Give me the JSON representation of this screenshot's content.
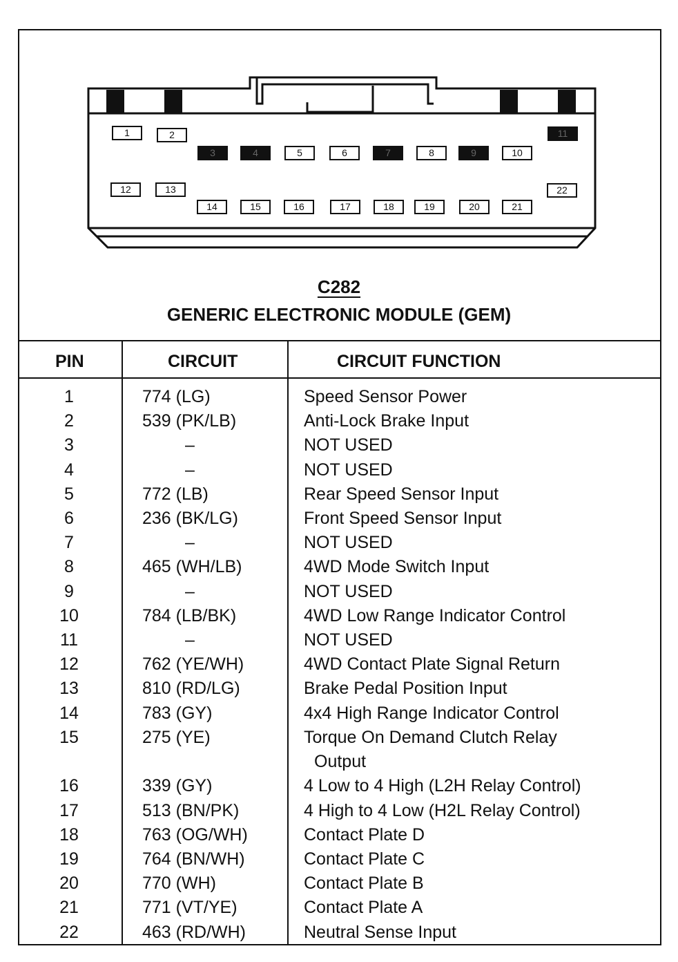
{
  "connector": {
    "id": "C282",
    "name": "GENERIC ELECTRONIC MODULE (GEM)",
    "pins_top": [
      {
        "label": "1",
        "filled": false
      },
      {
        "label": "2",
        "filled": false
      },
      {
        "label": "3",
        "filled": true
      },
      {
        "label": "4",
        "filled": true
      },
      {
        "label": "5",
        "filled": false
      },
      {
        "label": "6",
        "filled": false
      },
      {
        "label": "7",
        "filled": true
      },
      {
        "label": "8",
        "filled": false
      },
      {
        "label": "9",
        "filled": true
      },
      {
        "label": "10",
        "filled": false
      },
      {
        "label": "11",
        "filled": true
      }
    ],
    "pins_bottom": [
      {
        "label": "12",
        "filled": false
      },
      {
        "label": "13",
        "filled": false
      },
      {
        "label": "14",
        "filled": false
      },
      {
        "label": "15",
        "filled": false
      },
      {
        "label": "16",
        "filled": false
      },
      {
        "label": "17",
        "filled": false
      },
      {
        "label": "18",
        "filled": false
      },
      {
        "label": "19",
        "filled": false
      },
      {
        "label": "20",
        "filled": false
      },
      {
        "label": "21",
        "filled": false
      },
      {
        "label": "22",
        "filled": false
      }
    ]
  },
  "table": {
    "headers": {
      "pin": "PIN",
      "circuit": "CIRCUIT",
      "function": "CIRCUIT FUNCTION"
    },
    "rows": [
      {
        "pin": "1",
        "circuit": "774 (LG)",
        "function": "Speed Sensor Power"
      },
      {
        "pin": "2",
        "circuit": "539 (PK/LB)",
        "function": "Anti-Lock Brake Input"
      },
      {
        "pin": "3",
        "circuit": "–",
        "function": "NOT USED"
      },
      {
        "pin": "4",
        "circuit": "–",
        "function": "NOT USED"
      },
      {
        "pin": "5",
        "circuit": "772 (LB)",
        "function": "Rear Speed Sensor Input"
      },
      {
        "pin": "6",
        "circuit": "236 (BK/LG)",
        "function": "Front Speed Sensor Input"
      },
      {
        "pin": "7",
        "circuit": "–",
        "function": "NOT USED"
      },
      {
        "pin": "8",
        "circuit": "465 (WH/LB)",
        "function": "4WD Mode Switch Input"
      },
      {
        "pin": "9",
        "circuit": "–",
        "function": "NOT USED"
      },
      {
        "pin": "10",
        "circuit": "784 (LB/BK)",
        "function": "4WD Low Range Indicator Control"
      },
      {
        "pin": "11",
        "circuit": "–",
        "function": "NOT USED"
      },
      {
        "pin": "12",
        "circuit": "762 (YE/WH)",
        "function": "4WD Contact Plate Signal Return"
      },
      {
        "pin": "13",
        "circuit": "810 (RD/LG)",
        "function": "Brake Pedal Position Input"
      },
      {
        "pin": "14",
        "circuit": "783 (GY)",
        "function": "4x4 High Range Indicator Control"
      },
      {
        "pin": "15",
        "circuit": "275 (YE)",
        "function": "Torque On Demand Clutch Relay",
        "function_cont": "Output"
      },
      {
        "pin": "16",
        "circuit": "339 (GY)",
        "function": "4 Low to 4 High (L2H Relay Control)"
      },
      {
        "pin": "17",
        "circuit": "513 (BN/PK)",
        "function": "4 High to 4 Low (H2L Relay Control)"
      },
      {
        "pin": "18",
        "circuit": "763 (OG/WH)",
        "function": "Contact Plate D"
      },
      {
        "pin": "19",
        "circuit": "764 (BN/WH)",
        "function": "Contact Plate C"
      },
      {
        "pin": "20",
        "circuit": "770 (WH)",
        "function": "Contact Plate B"
      },
      {
        "pin": "21",
        "circuit": "771 (VT/YE)",
        "function": "Contact Plate A"
      },
      {
        "pin": "22",
        "circuit": "463 (RD/WH)",
        "function": "Neutral Sense Input"
      }
    ]
  }
}
